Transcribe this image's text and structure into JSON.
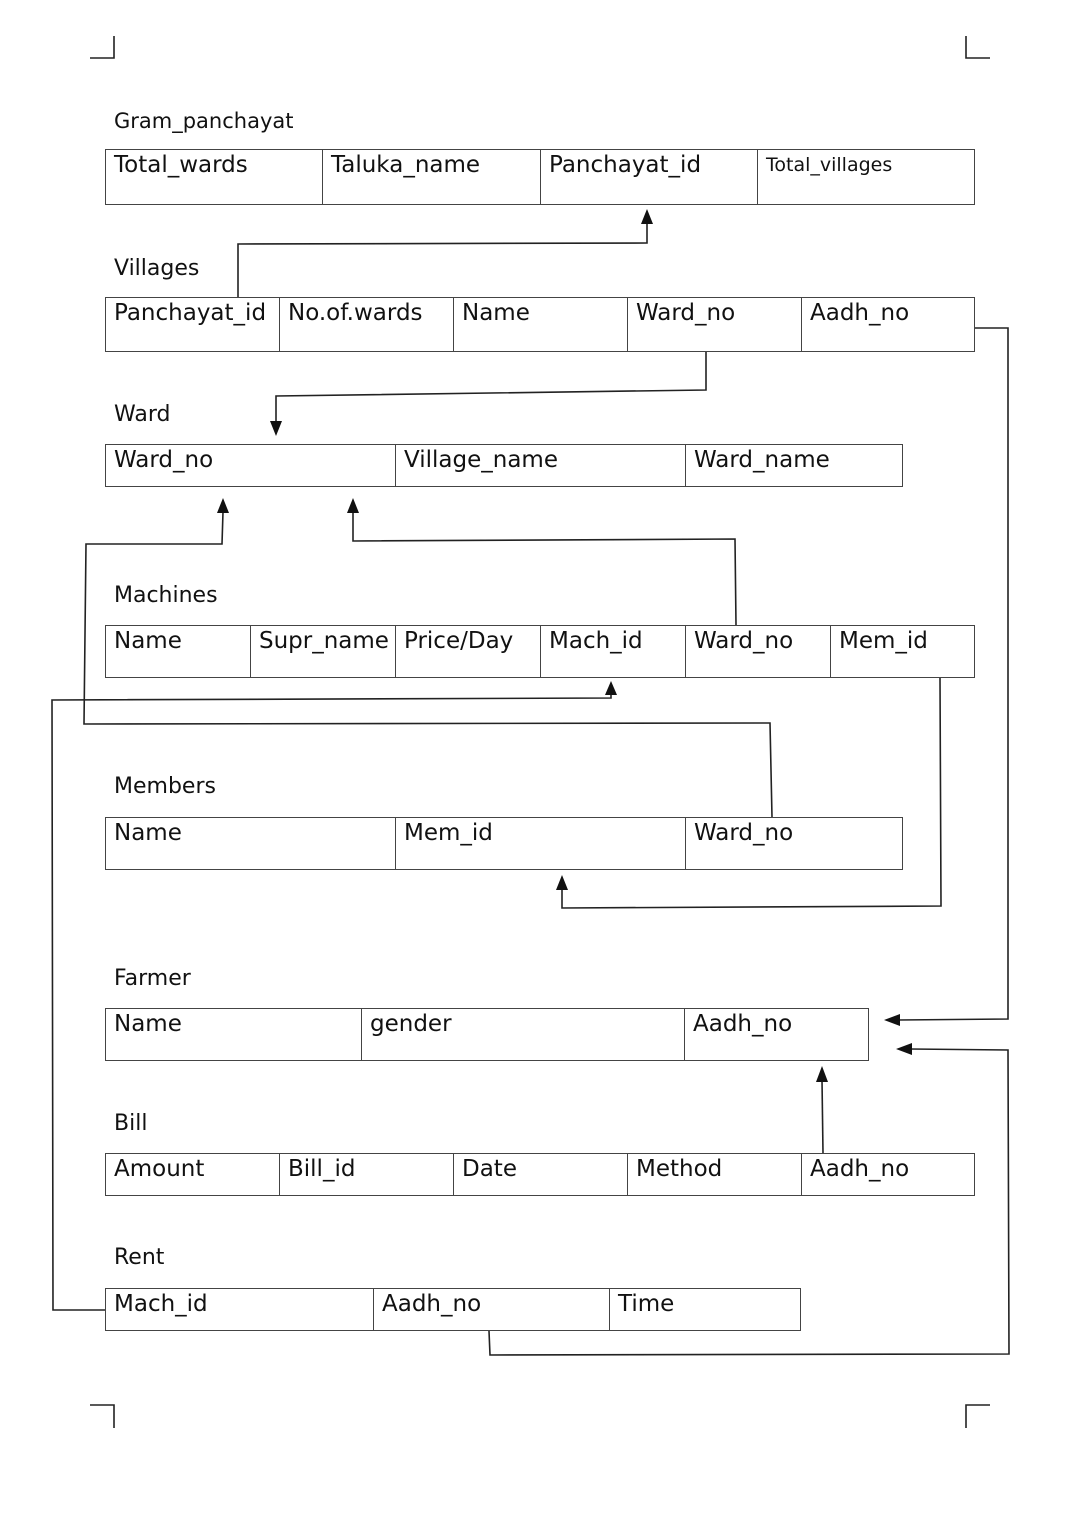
{
  "tables": [
    {
      "title": "Gram_panchayat",
      "columns": [
        "Total_wards",
        "Taluka_name",
        "Panchayat_id",
        "Total_villages"
      ]
    },
    {
      "title": "Villages",
      "columns": [
        "Panchayat_id",
        "No.of.wards",
        "Name",
        "Ward_no",
        "Aadh_no"
      ]
    },
    {
      "title": "Ward",
      "columns": [
        "Ward_no",
        "Village_name",
        "Ward_name"
      ]
    },
    {
      "title": "Machines",
      "columns": [
        "Name",
        "Supr_name",
        "Price/Day",
        "Mach_id",
        "Ward_no",
        "Mem_id"
      ]
    },
    {
      "title": "Members",
      "columns": [
        "Name",
        "Mem_id",
        "Ward_no"
      ]
    },
    {
      "title": "Farmer",
      "columns": [
        "Name",
        "gender",
        "Aadh_no"
      ]
    },
    {
      "title": "Bill",
      "columns": [
        "Amount",
        "Bill_id",
        "Date",
        "Method",
        "Aadh_no"
      ]
    },
    {
      "title": "Rent",
      "columns": [
        "Mach_id",
        "Aadh_no",
        "Time"
      ]
    }
  ]
}
